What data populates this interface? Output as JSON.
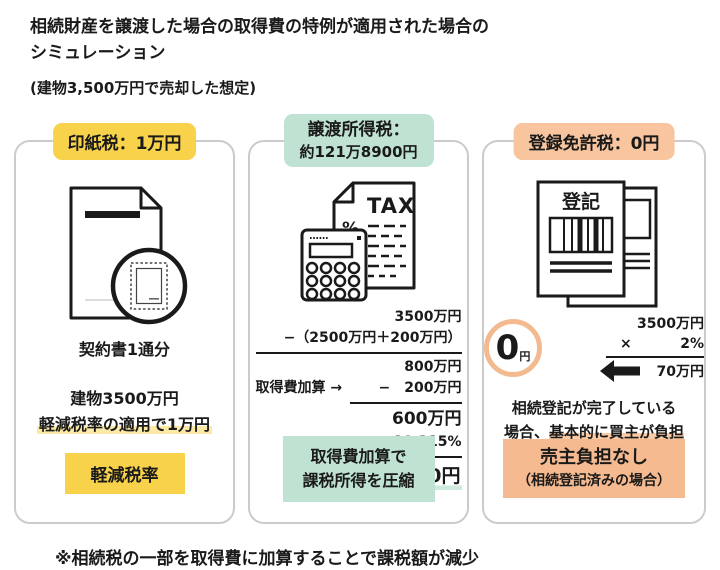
{
  "page": {
    "title_line1": "相続財産を譲渡した場合の取得費の特例が適用された場合の",
    "title_line2": "シミュレーション",
    "subtitle": "(建物3,500万円で売却した想定)",
    "footnote": "※相続税の一部を取得費に加算することで課税額が減少"
  },
  "colors": {
    "accent_yellow": "#F8D24A",
    "highlight_yellow": "#FCE9A6",
    "accent_mint": "#BFE2D2",
    "highlight_mint": "#CDEADD",
    "accent_peach": "#F8C59E",
    "badge_peach": "#F5BA90",
    "ring_peach": "#F3BA90",
    "card_border": "#CBCBCB",
    "text": "#1A1A1A"
  },
  "cards": {
    "stamp": {
      "header": "印紙税：1万円",
      "icon": "contract-document-with-stamp-icon",
      "caption": "契約書1通分",
      "desc_line1": "建物3500万円",
      "desc_line2": "軽減税率の適用で1万円",
      "badge": "軽減税率"
    },
    "transfer": {
      "header_line1": "譲渡所得税：",
      "header_line2": "約121万8900円",
      "icon": "tax-document-calculator-icon",
      "icon_tax_label": "TAX",
      "icon_percent": "%",
      "calc": {
        "row1": "3500万円",
        "row2": "−（2500万円＋200万円）",
        "row3": "800万円",
        "row4_label": "取得費加算 →",
        "row4_value": "−　200万円",
        "row5": "600万円",
        "row6_op": "×",
        "row6_val": "20.315%",
        "result": "約121万8900円"
      },
      "badge_line1": "取得費加算で",
      "badge_line2": "課税所得を圧縮"
    },
    "registration": {
      "header": "登録免許税：0円",
      "icon": "registration-documents-icon",
      "icon_label": "登記",
      "zero_value": "0",
      "zero_unit": "円",
      "calc_row1": "3500万円",
      "calc_op": "×",
      "calc_rate": "2%",
      "calc_result": "70万円",
      "note_line1": "相続登記が完了している",
      "note_line2_plain": "場合、",
      "note_line2_highlight": "基本的に買主が負担",
      "badge_line1": "売主負担なし",
      "badge_line2": "（相続登記済みの場合）"
    }
  }
}
